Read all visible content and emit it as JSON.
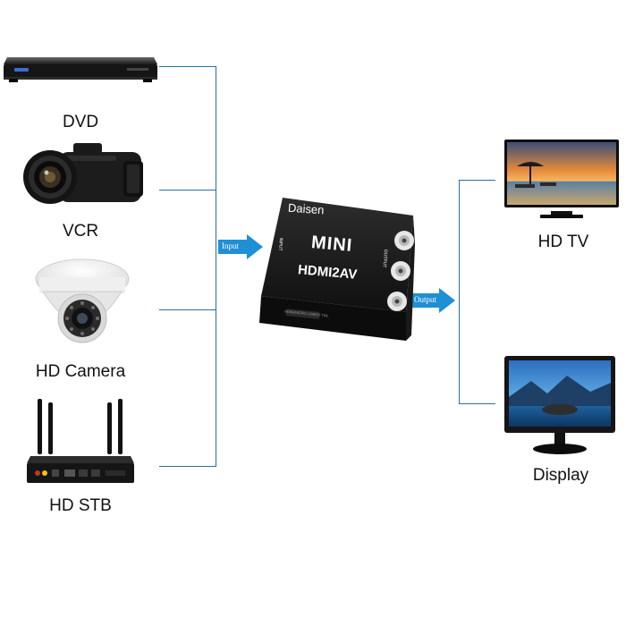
{
  "inputs": [
    {
      "label": "DVD"
    },
    {
      "label": "VCR"
    },
    {
      "label": "HD Camera"
    },
    {
      "label": "HD STB"
    }
  ],
  "outputs": [
    {
      "label": "HD TV"
    },
    {
      "label": "Display"
    }
  ],
  "arrows": {
    "input_label": "Input",
    "output_label": "Output"
  },
  "converter": {
    "brand": "Daisen",
    "line1": "MINI",
    "line2": "HDMI2AV",
    "side_input": "INPUT",
    "side_output": "OUTPUT",
    "front_text": "HDMI/MICRO-USB/5V  TWL"
  },
  "colors": {
    "connector_line": "#2a6f9e",
    "arrow": "#1f8fd6",
    "device_body": "#1b1b1b"
  }
}
